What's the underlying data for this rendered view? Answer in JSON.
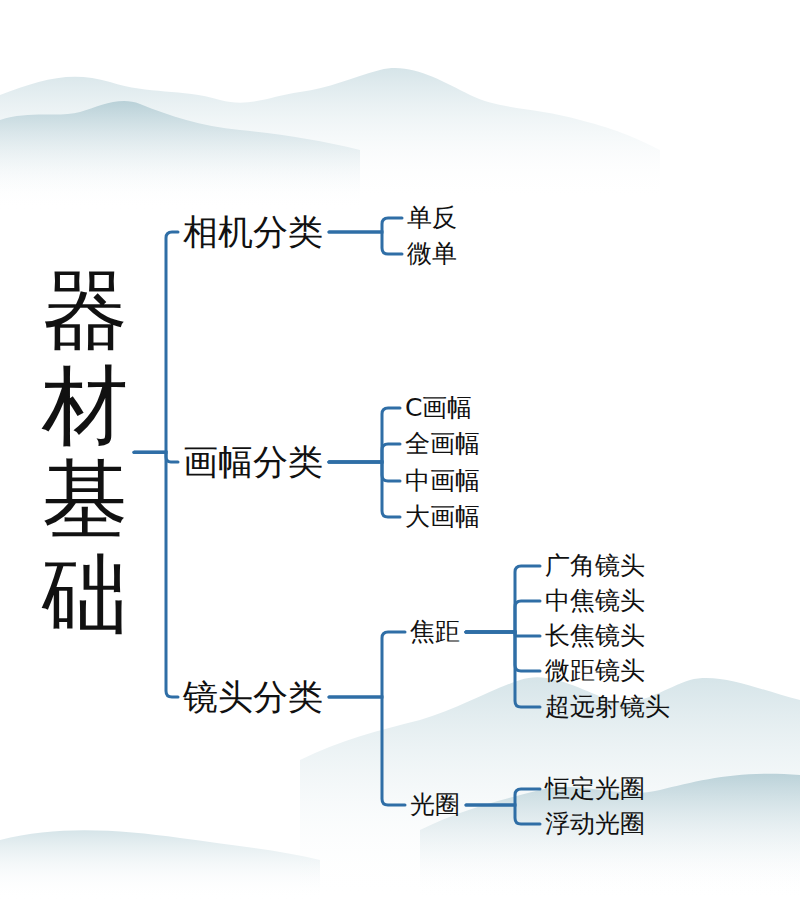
{
  "diagram": {
    "nodes": [
      {
        "text": [
          "器材基础"
        ]
      },
      {
        "text": [
          "相机分类"
        ]
      },
      {
        "text": [
          "单反"
        ]
      },
      {
        "text": [
          "微单"
        ]
      },
      {
        "text": [
          "画幅分类"
        ]
      },
      {
        "text": [
          "C画幅"
        ]
      },
      {
        "text": [
          "全画幅"
        ]
      },
      {
        "text": [
          "中画幅"
        ]
      },
      {
        "text": [
          "大画幅"
        ]
      },
      {
        "text": [
          "镜头分类"
        ]
      },
      {
        "text": [
          "焦距"
        ]
      },
      {
        "text": [
          "广角镜头"
        ]
      },
      {
        "text": [
          "中焦镜头"
        ]
      },
      {
        "text": [
          "长焦镜头"
        ]
      },
      {
        "text": [
          "微距镜头"
        ]
      },
      {
        "text": [
          "超远射镜头"
        ]
      },
      {
        "text": [
          "光圈"
        ]
      },
      {
        "text": [
          "恒定光圈"
        ]
      },
      {
        "text": [
          "浮动光圈"
        ]
      }
    ],
    "edges": [
      {
        "from": 0,
        "to": 1,
        "arrow": "none"
      },
      {
        "from": 0,
        "to": 4,
        "arrow": "none"
      },
      {
        "from": 0,
        "to": 9,
        "arrow": "none"
      },
      {
        "from": 1,
        "to": 2,
        "arrow": "none"
      },
      {
        "from": 1,
        "to": 3,
        "arrow": "none"
      },
      {
        "from": 4,
        "to": 5,
        "arrow": "none"
      },
      {
        "from": 4,
        "to": 6,
        "arrow": "none"
      },
      {
        "from": 4,
        "to": 7,
        "arrow": "none"
      },
      {
        "from": 4,
        "to": 8,
        "arrow": "none"
      },
      {
        "from": 9,
        "to": 10,
        "arrow": "none"
      },
      {
        "from": 9,
        "to": 16,
        "arrow": "none"
      },
      {
        "from": 10,
        "to": 11,
        "arrow": "none"
      },
      {
        "from": 10,
        "to": 12,
        "arrow": "none"
      },
      {
        "from": 10,
        "to": 13,
        "arrow": "none"
      },
      {
        "from": 10,
        "to": 14,
        "arrow": "none"
      },
      {
        "from": 10,
        "to": 15,
        "arrow": "none"
      },
      {
        "from": 16,
        "to": 17,
        "arrow": "none"
      },
      {
        "from": 16,
        "to": 18,
        "arrow": "none"
      }
    ]
  }
}
